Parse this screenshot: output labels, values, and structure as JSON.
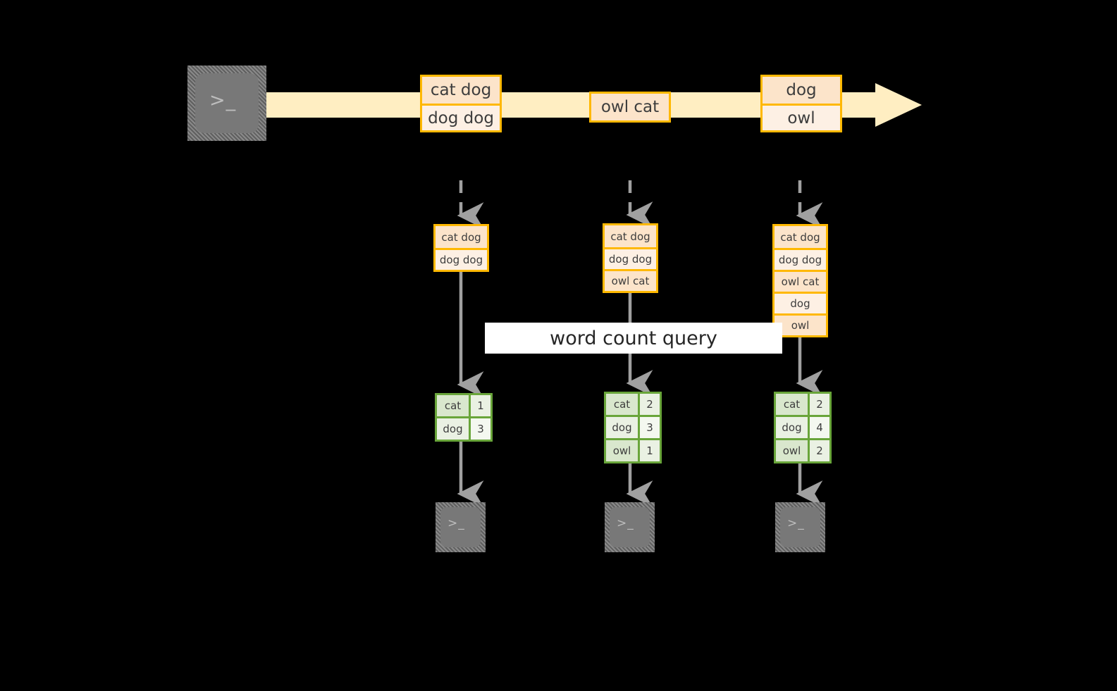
{
  "diagram": {
    "title_label": "word count query",
    "colors": {
      "stream_band": "#ffeec2",
      "message_border": "#ffb800",
      "message_fill_dark": "#fce4ca",
      "message_fill_light": "#fdf0e4",
      "result_border": "#69a53a",
      "result_fill": "#d9e7cd",
      "terminal_body": "#787878",
      "arrow_gray": "#a0a0a0",
      "background": "#000000"
    },
    "source": {
      "icon": "terminal-icon",
      "prompt_glyph": ">_"
    },
    "stream_messages": [
      {
        "id": "message-1",
        "lines": [
          "cat dog",
          "dog dog"
        ]
      },
      {
        "id": "message-2",
        "lines": [
          "owl cat"
        ]
      },
      {
        "id": "message-3",
        "lines": [
          "dog",
          "owl"
        ]
      }
    ],
    "stacks": [
      {
        "id": "stack-1",
        "lines": [
          "cat dog",
          "dog dog"
        ]
      },
      {
        "id": "stack-2",
        "lines": [
          "cat dog",
          "dog dog",
          "owl cat"
        ]
      },
      {
        "id": "stack-3",
        "lines": [
          "cat dog",
          "dog dog",
          "owl cat",
          "dog",
          "owl"
        ]
      }
    ],
    "results": [
      {
        "id": "result-1",
        "rows": [
          {
            "word": "cat",
            "count": "1"
          },
          {
            "word": "dog",
            "count": "3"
          }
        ]
      },
      {
        "id": "result-2",
        "rows": [
          {
            "word": "cat",
            "count": "2"
          },
          {
            "word": "dog",
            "count": "3"
          },
          {
            "word": "owl",
            "count": "1"
          }
        ]
      },
      {
        "id": "result-3",
        "rows": [
          {
            "word": "cat",
            "count": "2"
          },
          {
            "word": "dog",
            "count": "4"
          },
          {
            "word": "owl",
            "count": "2"
          }
        ]
      }
    ],
    "sinks": [
      {
        "id": "sink-1",
        "icon": "terminal-icon",
        "prompt_glyph": ">_"
      },
      {
        "id": "sink-2",
        "icon": "terminal-icon",
        "prompt_glyph": ">_"
      },
      {
        "id": "sink-3",
        "icon": "terminal-icon",
        "prompt_glyph": ">_"
      }
    ]
  }
}
